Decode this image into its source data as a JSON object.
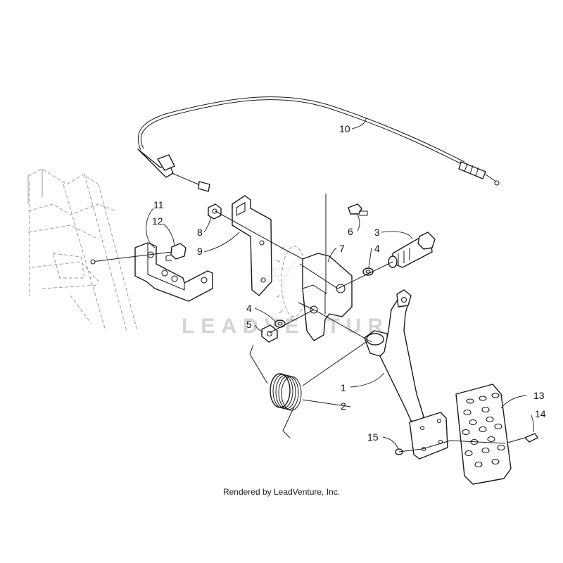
{
  "diagram": {
    "watermark": "LEADVENTURE",
    "credit": "Rendered by LeadVenture, Inc.",
    "callouts": [
      "1",
      "2",
      "3",
      "4",
      "4",
      "5",
      "6",
      "7",
      "8",
      "9",
      "10",
      "11",
      "12",
      "13",
      "14",
      "15"
    ]
  }
}
